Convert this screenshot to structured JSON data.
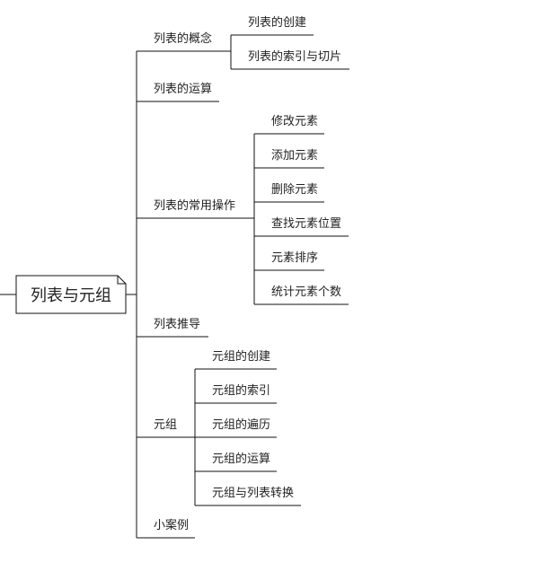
{
  "root": {
    "label": "列表与元组"
  },
  "branches": {
    "concept": {
      "label": "列表的概念",
      "children": [
        "列表的创建",
        "列表的索引与切片"
      ]
    },
    "ops": {
      "label": "列表的运算"
    },
    "common": {
      "label": "列表的常用操作",
      "children": [
        "修改元素",
        "添加元素",
        "删除元素",
        "查找元素位置",
        "元素排序",
        "统计元素个数"
      ]
    },
    "comprehension": {
      "label": "列表推导"
    },
    "tuple": {
      "label": "元组",
      "children": [
        "元组的创建",
        "元组的索引",
        "元组的遍历",
        "元组的运算",
        "元组与列表转换"
      ]
    },
    "cases": {
      "label": "小案例"
    }
  },
  "colors": {
    "line": "#111111",
    "background": "#ffffff",
    "text": "#222222"
  }
}
